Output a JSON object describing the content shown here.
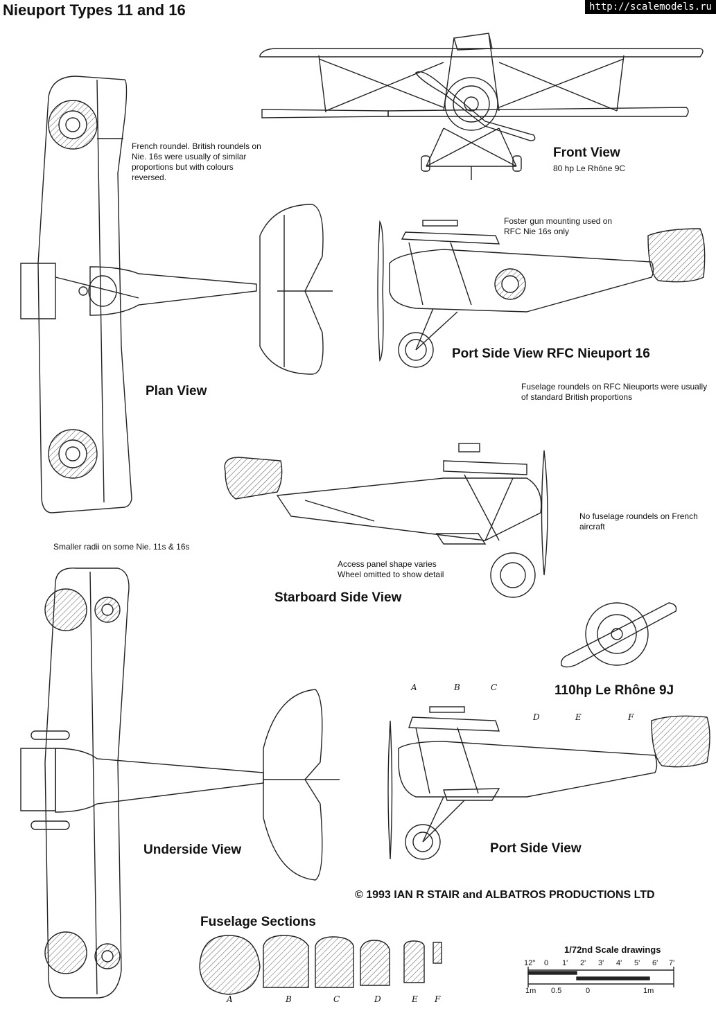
{
  "title": "Nieuport Types 11 and 16",
  "source_url": "http://scalemodels.ru",
  "views": {
    "front": {
      "label": "Front View",
      "engine": "80 hp Le Rhône 9C"
    },
    "plan": {
      "label": "Plan View"
    },
    "port_rfc": {
      "label": "Port Side View RFC Nieuport 16"
    },
    "starboard": {
      "label": "Starboard Side View"
    },
    "engine_9j": {
      "label": "110hp Le Rhône 9J"
    },
    "underside": {
      "label": "Underside View"
    },
    "port": {
      "label": "Port Side View"
    }
  },
  "notes": {
    "french_roundel": "French roundel. British roundels on Nie. 16s were usually of similar proportions but with colours reversed.",
    "foster_gun": "Foster gun mounting used on RFC Nie 16s only",
    "fuselage_roundels": "Fuselage roundels on RFC Nieuports were usually of standard British proportions",
    "no_roundels": "No fuselage roundels on French aircraft",
    "access_panel": "Access panel shape varies",
    "wheel_omitted": "Wheel omitted to show detail",
    "smaller_radii": "Smaller radii on some Nie. 11s & 16s"
  },
  "copyright": "© 1993 IAN R STAIR and ALBATROS PRODUCTIONS LTD",
  "fuselage_sections": {
    "title": "Fuselage Sections",
    "letters": [
      "A",
      "B",
      "C",
      "D",
      "E",
      "F"
    ]
  },
  "scale": {
    "title": "1/72nd Scale drawings",
    "imperial_ticks": [
      "12''",
      "0",
      "1'",
      "2'",
      "3'",
      "4'",
      "5'",
      "6'",
      "7'"
    ],
    "metric_ticks": [
      "1m",
      "0.5",
      "0",
      "1m"
    ]
  },
  "station_letters": [
    "A",
    "B",
    "C",
    "D",
    "E",
    "F"
  ]
}
